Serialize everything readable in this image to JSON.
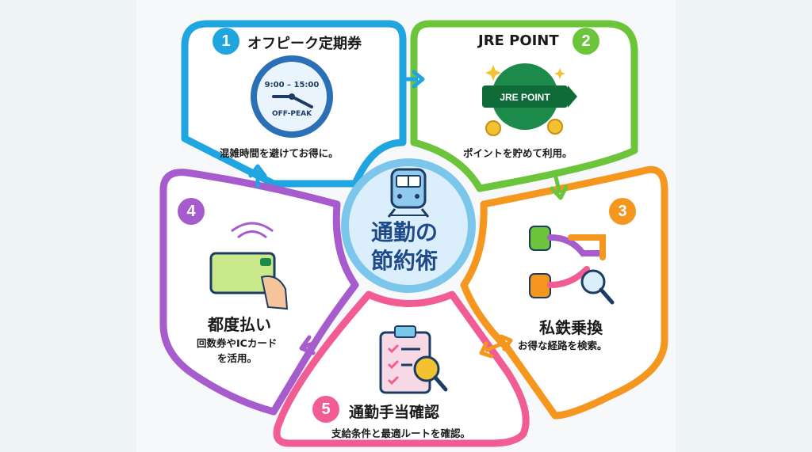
{
  "center": {
    "line1": "通勤の",
    "line2": "節約術"
  },
  "steps": [
    {
      "num": "1",
      "title": "オフピーク定期券",
      "desc": "混雑時間を避けてお得に。",
      "clock_time": "9:00 – 15:00",
      "clock_label": "OFF-PEAK",
      "color": "#1fa5e0"
    },
    {
      "num": "2",
      "title": "JRE POINT",
      "desc": "ポイントを貯めて利用。",
      "badge": "JRE POINT",
      "color": "#6cc43a"
    },
    {
      "num": "3",
      "title": "私鉄乗換",
      "desc": "お得な経路を検索。",
      "color": "#f5961e"
    },
    {
      "num": "4",
      "title": "都度払い",
      "desc_line1": "回数券やICカード",
      "desc_line2": "を活用。",
      "color": "#a65ccc"
    },
    {
      "num": "5",
      "title": "通勤手当確認",
      "desc": "支給条件と最適ルートを確認。",
      "color": "#f25c94"
    }
  ]
}
